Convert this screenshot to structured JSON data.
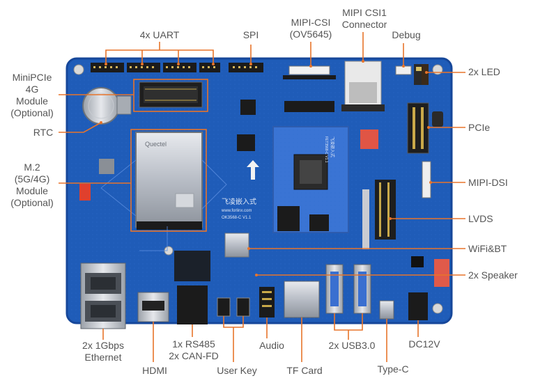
{
  "colors": {
    "board": "#1f5cb8",
    "board_edge": "#16479a",
    "callout": "#e8742a",
    "label_text": "#555555",
    "pcb_text": "#dfe7f5",
    "module_board": "#3a74d4"
  },
  "pcb_text": {
    "brand": "飞凌嵌入式",
    "brand_url": "www.forlinx.com",
    "model": "OK3568-C V1.1",
    "som_brand": "飞凌嵌入式",
    "som_model": "FET3568-C V1.1",
    "m2_logo": "Quectel"
  },
  "labels": {
    "uart": "4x UART",
    "spi": "SPI",
    "mipi_csi": "MIPI-CSI\n(OV5645)",
    "mipi_csi1": "MIPI CSI1\nConnector",
    "debug": "Debug",
    "led": "2x LED",
    "minipcie": "MiniPCIe\n4G\nModule\n(Optional)",
    "rtc": "RTC",
    "pcie": "PCIe",
    "m2": "M.2\n(5G/4G)\nModule\n(Optional)",
    "mipi_dsi": "MIPI-DSI",
    "lvds": "LVDS",
    "wifi": "WiFi&BT",
    "speaker": "2x Speaker",
    "ethernet": "2x 1Gbps\nEthernet",
    "hdmi": "HDMI",
    "rs485": "1x RS485\n2x CAN-FD",
    "user_key": "User Key",
    "audio": "Audio",
    "tf_card": "TF Card",
    "usb": "2x USB3.0",
    "type_c": "Type-C",
    "dc": "DC12V"
  }
}
